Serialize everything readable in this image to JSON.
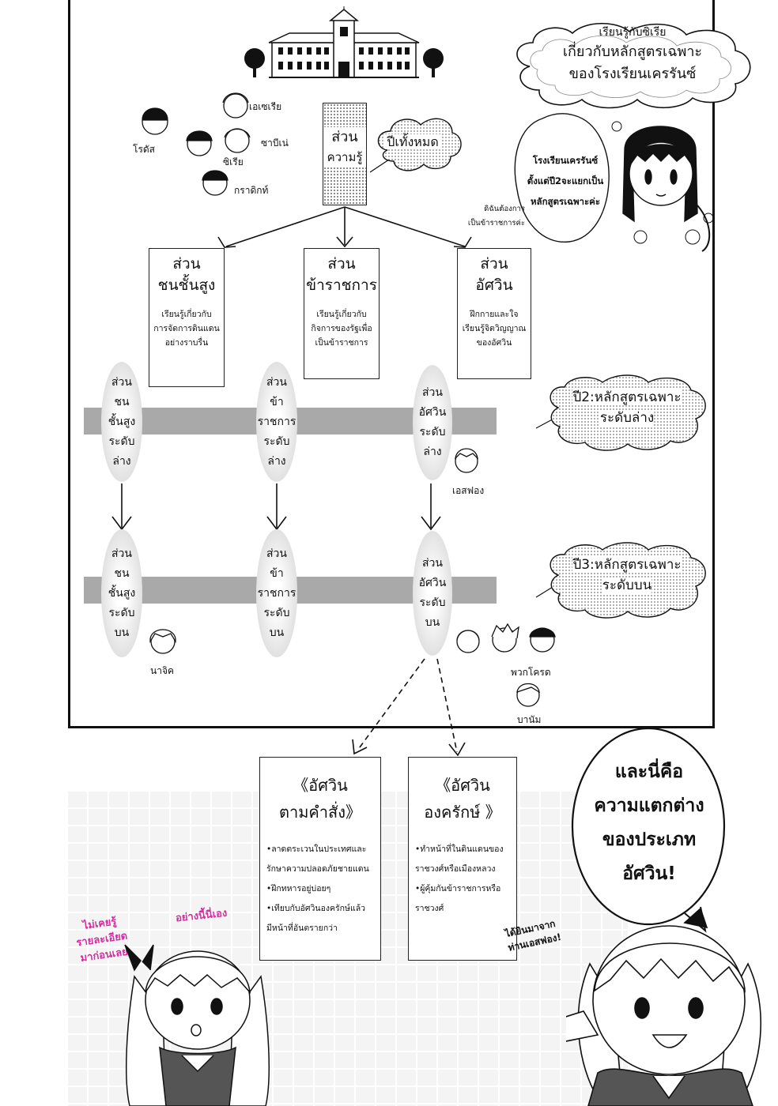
{
  "intro_cloud": {
    "line1": "เรียนรู้กับซิเรีย",
    "line2": "เกี่ยวกับหลักสูตรเฉพาะ",
    "line3": "ของโรงเรียนเครรันซ์"
  },
  "characters": {
    "rodas": "โรดัส",
    "aeseria": "เอเซเรีย",
    "sabine": "ซาบีเน่",
    "siria": "ซิเรีย",
    "gradict": "กราดิกท์",
    "esfong": "เอสฟอง",
    "najic": "นาจิค",
    "pawkrod": "พวกโครด",
    "banam": "บานัม"
  },
  "knowledge_box": {
    "line1": "ส่วน",
    "line2": "ความรู้"
  },
  "all_years_cloud": "ปีเทั้งหมด",
  "siria_explain": {
    "line1": "โรงเรียนเครรันซ์",
    "line2": "ตั้งแต่ปี2จะแยกเป็น",
    "line3": "หลักสูตรเฉพาะค่ะ"
  },
  "side_note": {
    "line1": "ดิฉันต้องการ",
    "line2": "เป็นข้าราชการค่ะ"
  },
  "tracks": [
    {
      "title1": "ส่วน",
      "title2": "ชนชั้นสูง",
      "desc1": "เรียนรู้เกี่ยวกับ",
      "desc2": "การจัดการดินแดน",
      "desc3": "อย่างราบรื่น"
    },
    {
      "title1": "ส่วน",
      "title2": "ข้าราชการ",
      "desc1": "เรียนรู้เกี่ยวกับ",
      "desc2": "กิจการของรัฐเพื่อ",
      "desc3": "เป็นข้าราชการ"
    },
    {
      "title1": "ส่วน",
      "title2": "อัศวิน",
      "desc1": "ฝึกกายและใจ",
      "desc2": "เรียนรู้จิตวิญญาณ",
      "desc3": "ของอัศวิน"
    }
  ],
  "lower_ovals": [
    [
      "ส่วน",
      "ชน",
      "ชั้นสูง",
      "ระดับ",
      "ล่าง"
    ],
    [
      "ส่วน",
      "ข้า",
      "ราชการ",
      "ระดับ",
      "ล่าง"
    ],
    [
      "ส่วน",
      "อัศวิน",
      "ระดับ",
      "ล่าง"
    ]
  ],
  "upper_ovals": [
    [
      "ส่วน",
      "ชน",
      "ชั้นสูง",
      "ระดับ",
      "บน"
    ],
    [
      "ส่วน",
      "ข้า",
      "ราชการ",
      "ระดับ",
      "บน"
    ],
    [
      "ส่วน",
      "อัศวิน",
      "ระดับ",
      "บน"
    ]
  ],
  "year2_bubble": {
    "line1": "ปี2:หลักสูตรเฉพาะ",
    "line2": "ระดับล่าง"
  },
  "year3_bubble": {
    "line1": "ปี3:หลักสูตรเฉพาะ",
    "line2": "ระดับบน"
  },
  "knight_types": [
    {
      "title1": "《อัศวิน",
      "title2": "ตามคำสั่ง》",
      "items": [
        "•ลาดตระเวนในประเทศและ",
        "รักษาความปลอดภัยชายแดน",
        "•ฝึกทหารอยู่บ่อยๆ",
        "•เทียบกับอัศวินองครักษ์แล้ว",
        "มีหน้าที่อันตรายกว่า"
      ]
    },
    {
      "title1": "《อัศวิน",
      "title2": "องครักษ์ 》",
      "items": [
        "•ทำหน้าที่ในดินแดนของ",
        "ราชวงศ์หรือเมืองหลวง",
        "•ผู้คุ้มกันข้าราชการหรือ",
        "ราชวงศ์"
      ]
    }
  ],
  "big_bubble": {
    "line1": "และนี่คือ",
    "line2": "ความแตกต่าง",
    "line3": "ของประเภท",
    "line4": "อัศวิน!"
  },
  "pink_left": {
    "line1": "ไม่เคยรู้",
    "line2": "รายละเอียด",
    "line3": "มาก่อนเลย"
  },
  "pink_mid": {
    "line1": "อย่างนี้นี่เอง"
  },
  "heard_from": {
    "line1": "ได้ยินมาจาก",
    "line2": "ท่านเอสฟอง!"
  }
}
